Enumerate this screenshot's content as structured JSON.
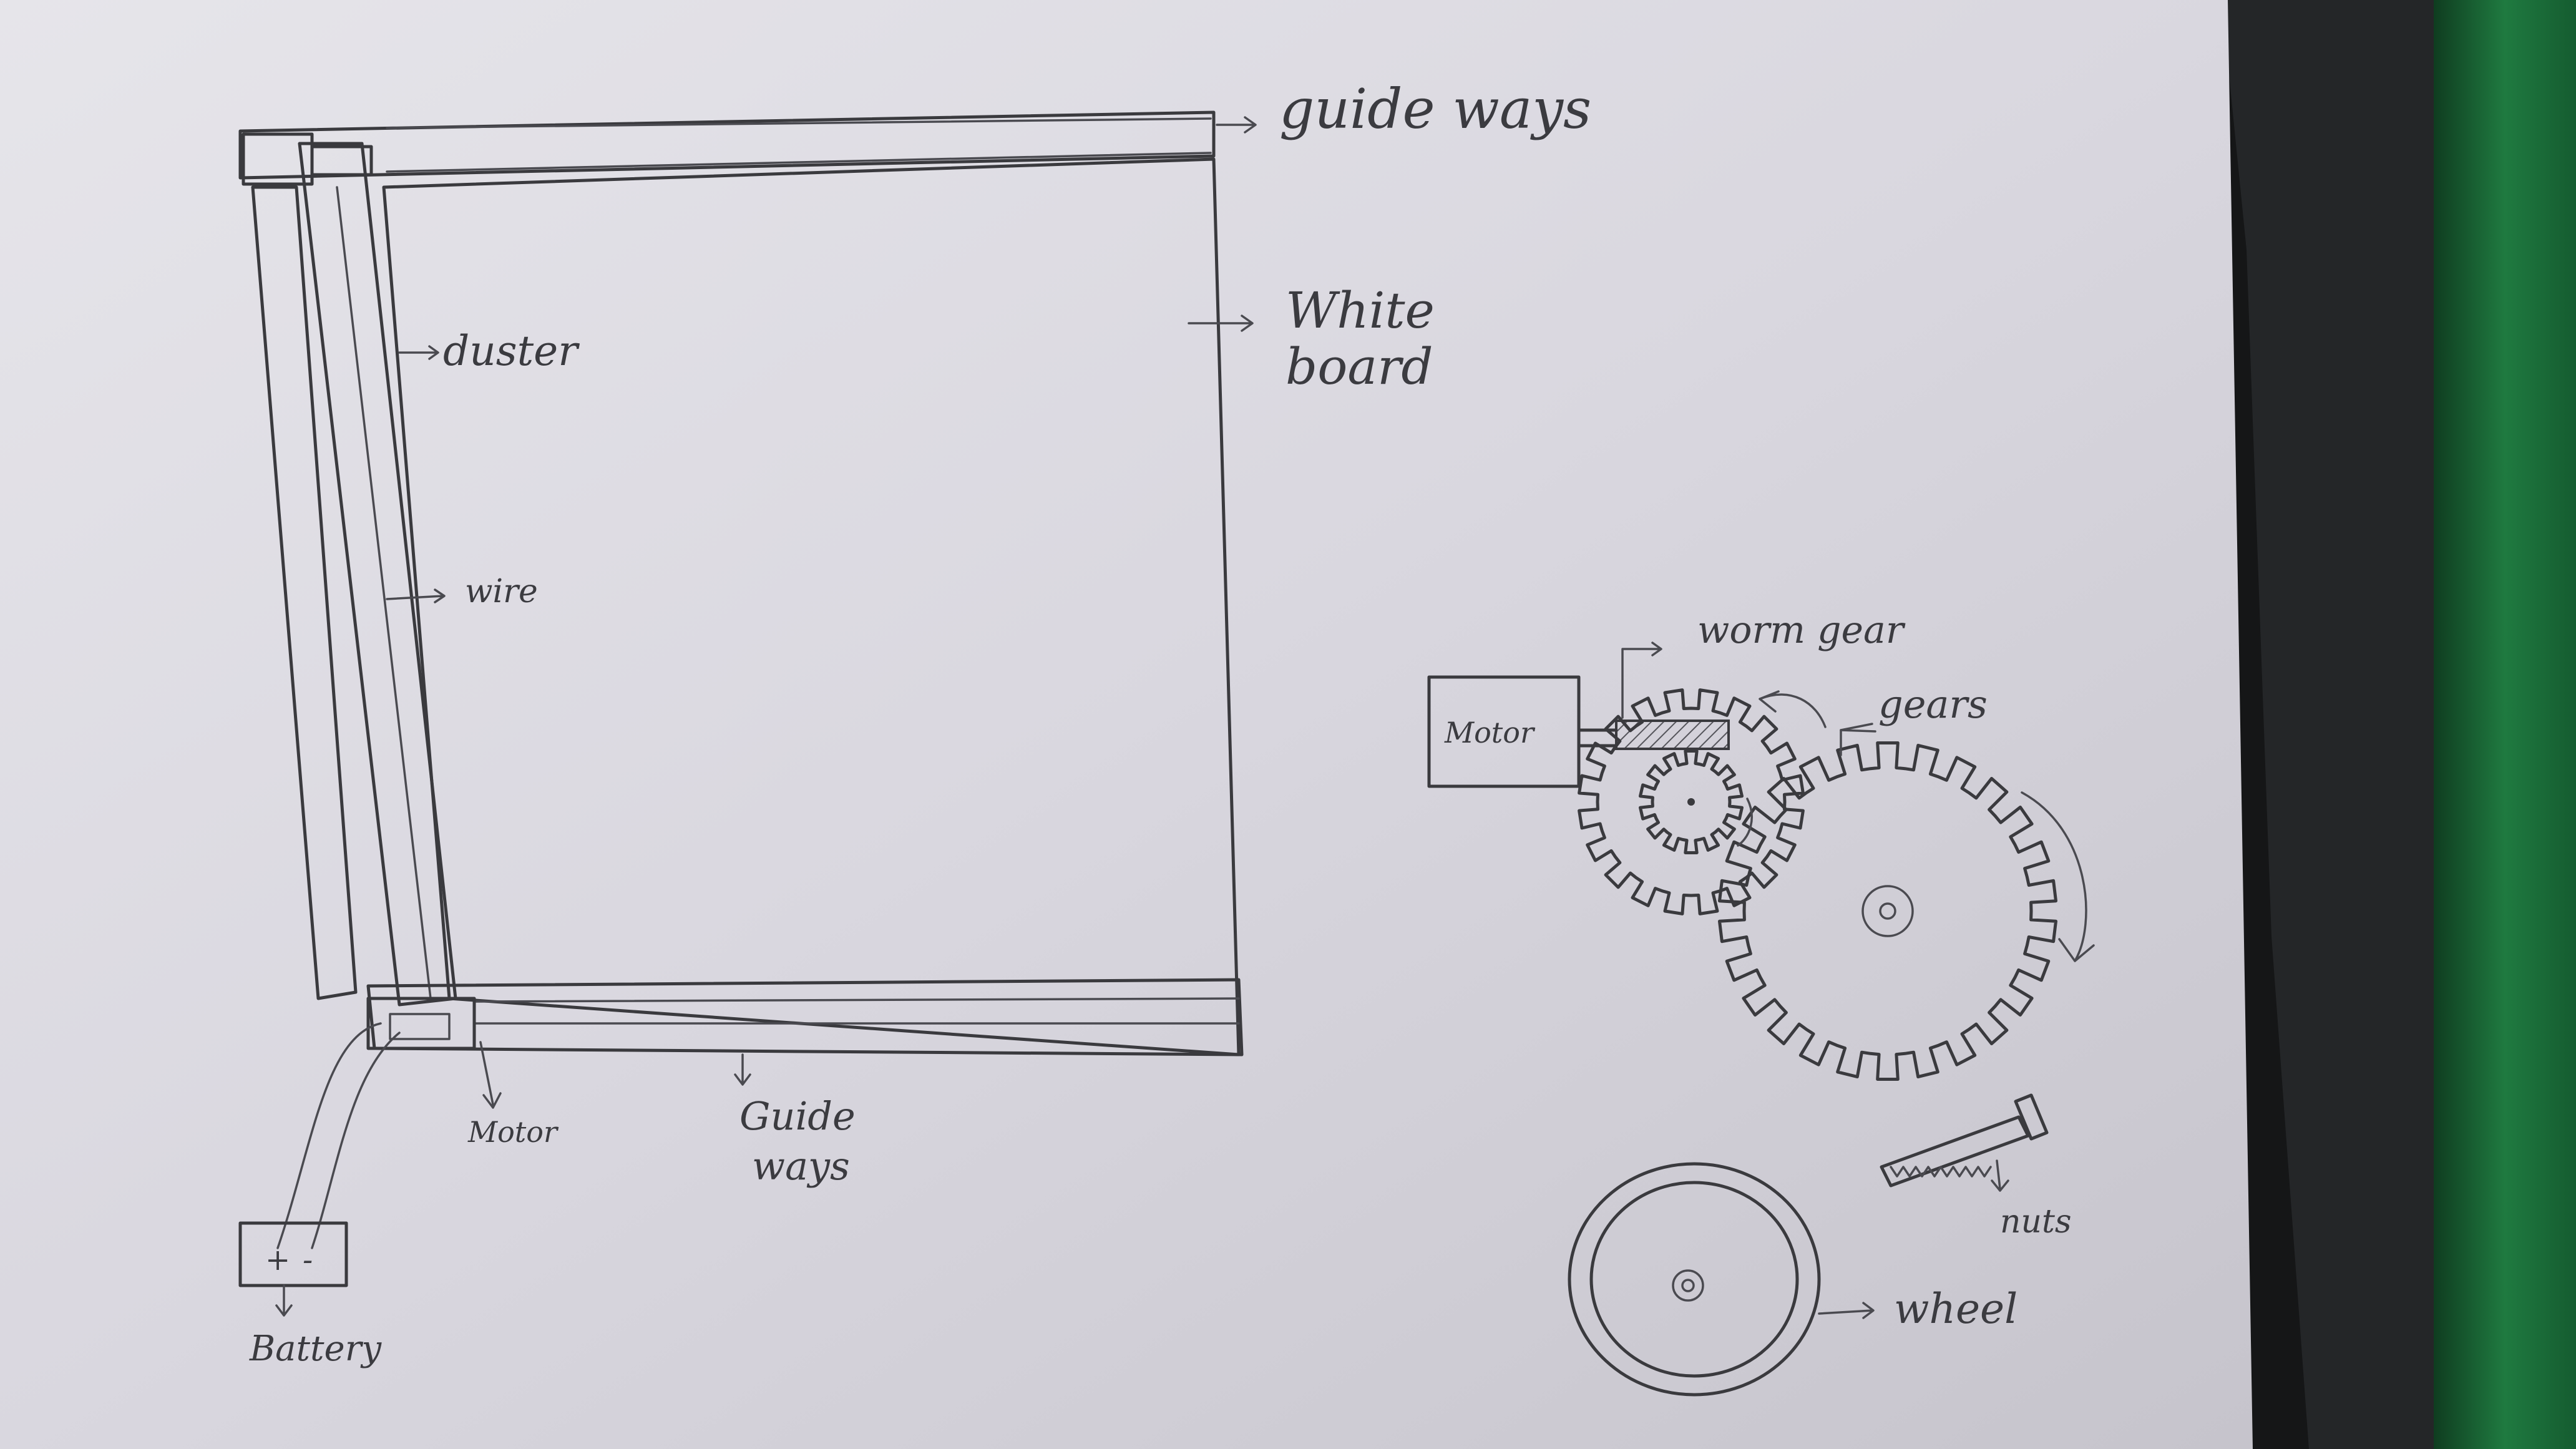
{
  "labels": {
    "guide_ways_top": "guide ways",
    "white_board_line1": "White",
    "white_board_line2": "board",
    "duster": "duster",
    "wire": "wire",
    "motor_bottom": "Motor",
    "guide_ways_bottom_line1": "Guide",
    "guide_ways_bottom_line2": "ways",
    "battery": "Battery",
    "battery_plus": "+",
    "battery_minus": "-",
    "worm_gear": "worm gear",
    "gears": "gears",
    "motor_box": "Motor",
    "nuts": "nuts",
    "wheel": "wheel"
  },
  "colors": {
    "paper": "#d8d6de",
    "ink": "#3a3a3e",
    "background": "#151617",
    "green_cloth": "#1d6b3a"
  }
}
